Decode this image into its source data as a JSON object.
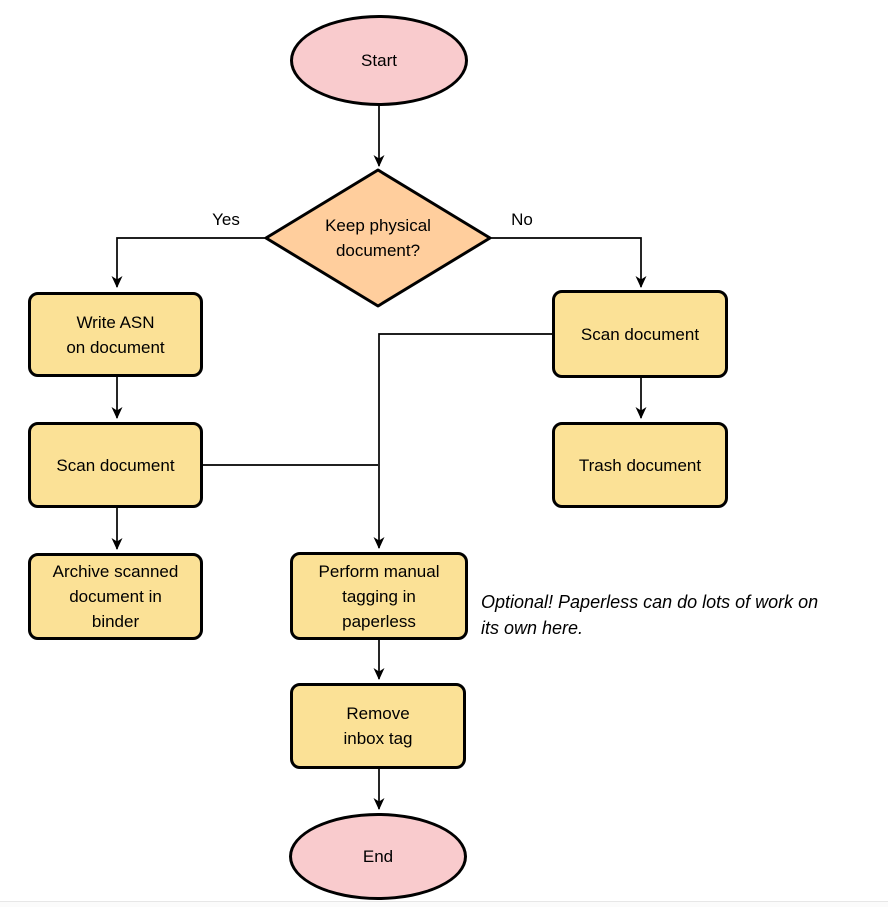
{
  "palette": {
    "terminal_fill": "#F9CBCD",
    "decision_fill": "#FFCE9D",
    "process_fill": "#FBE196",
    "stroke": "#000000"
  },
  "nodes": {
    "start": {
      "label": "Start"
    },
    "decision": {
      "label": "Keep physical\ndocument?"
    },
    "write_asn": {
      "label": "Write ASN\non document"
    },
    "scan_keep": {
      "label": "Scan document"
    },
    "archive": {
      "label": "Archive scanned\ndocument in\nbinder"
    },
    "scan_discard": {
      "label": "Scan document"
    },
    "trash": {
      "label": "Trash document"
    },
    "tagging": {
      "label": "Perform manual\ntagging in\npaperless"
    },
    "remove_inbox": {
      "label": "Remove\ninbox tag"
    },
    "end": {
      "label": "End"
    }
  },
  "edge_labels": {
    "yes": "Yes",
    "no": "No"
  },
  "annotation": {
    "text": "Optional! Paperless can do lots of work on\nits own here."
  }
}
